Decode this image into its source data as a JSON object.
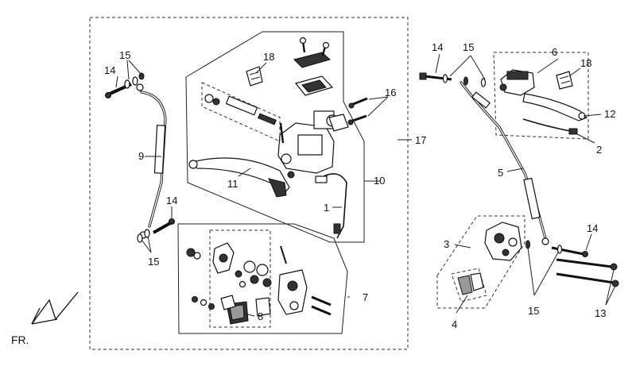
{
  "callouts": {
    "c1": "1",
    "c2": "2",
    "c3": "3",
    "c4": "4",
    "c5": "5",
    "c6": "6",
    "c7": "7",
    "c8": "8",
    "c9": "9",
    "c10": "10",
    "c11": "11",
    "c12": "12",
    "c13": "13",
    "c14a": "14",
    "c14b": "14",
    "c14c": "14",
    "c14d": "14",
    "c15a": "15",
    "c15b": "15",
    "c15c": "15",
    "c15d": "15",
    "c16": "16",
    "c17": "17",
    "c18a": "18",
    "c18b": "18"
  },
  "direction_label": "FR."
}
